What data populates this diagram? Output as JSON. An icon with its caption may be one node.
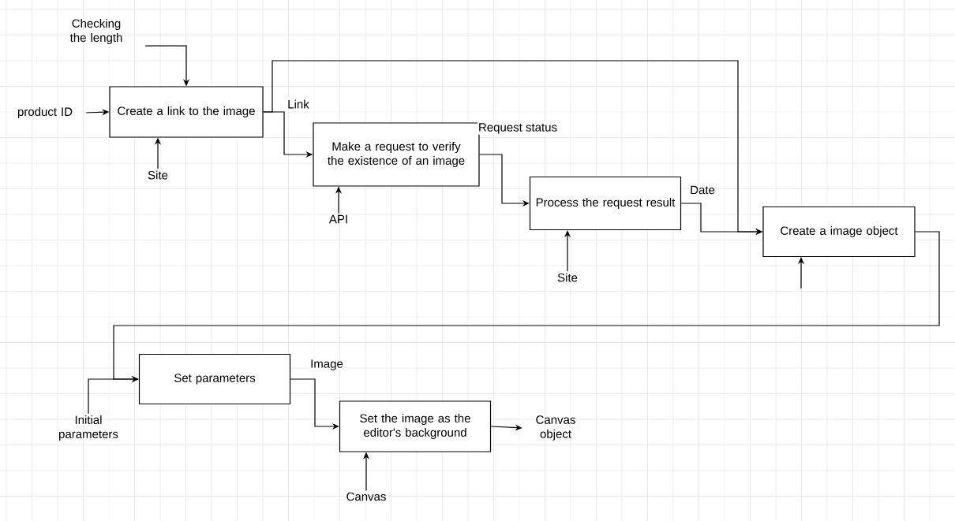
{
  "diagram": {
    "nodes": [
      {
        "text": [
          "Checking the length"
        ]
      },
      {
        "text": [
          "product ID"
        ]
      },
      {
        "text": [
          "Create a link to the image"
        ]
      },
      {
        "text": [
          "Site"
        ]
      },
      {
        "text": [
          "Make a request to verify the existence of an image"
        ]
      },
      {
        "text": [
          "API"
        ]
      },
      {
        "text": [
          "Process the request result"
        ]
      },
      {
        "text": [
          "Site"
        ]
      },
      {
        "text": [
          "Create a image object"
        ]
      },
      {
        "text": [
          "Initial parameters"
        ]
      },
      {
        "text": [
          "Set parameters"
        ]
      },
      {
        "text": [
          "Set the image as the editor's background"
        ]
      },
      {
        "text": [
          "Canvas"
        ]
      },
      {
        "text": [
          "Canvas object"
        ]
      }
    ],
    "edges": [
      {
        "from": 0,
        "to": 2,
        "arrow": "to"
      },
      {
        "from": 1,
        "to": 2,
        "arrow": "to"
      },
      {
        "from": 3,
        "to": 2,
        "arrow": "to"
      },
      {
        "from": 2,
        "to": 4,
        "arrow": "to",
        "label": "Link"
      },
      {
        "from": 2,
        "to": 8,
        "arrow": "to"
      },
      {
        "from": 4,
        "to": 6,
        "arrow": "to",
        "label": "Request status"
      },
      {
        "from": 5,
        "to": 4,
        "arrow": "to"
      },
      {
        "from": 6,
        "to": 8,
        "arrow": "to",
        "label": "Date"
      },
      {
        "from": 7,
        "to": 6,
        "arrow": "to"
      },
      {
        "from": null,
        "to": 8,
        "arrow": "to"
      },
      {
        "from": 8,
        "to": 10,
        "arrow": "to"
      },
      {
        "from": 9,
        "to": 10,
        "arrow": "to"
      },
      {
        "from": 10,
        "to": 11,
        "arrow": "to",
        "label": "Image"
      },
      {
        "from": 12,
        "to": 11,
        "arrow": "to"
      },
      {
        "from": 11,
        "to": 13,
        "arrow": "to"
      }
    ]
  }
}
